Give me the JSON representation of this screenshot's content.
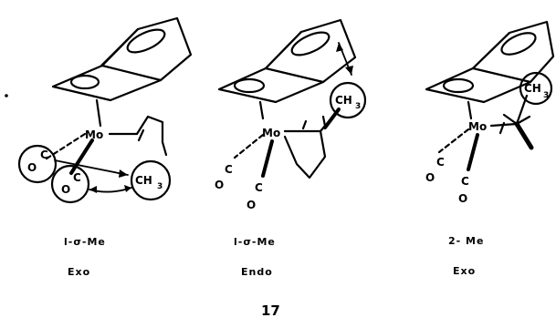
{
  "atoms": {
    "mo": "Mo",
    "o": "O",
    "c": "C",
    "ch": "CH",
    "three": "3"
  },
  "structures": [
    {
      "label": "l-σ-Me",
      "config": "Exo"
    },
    {
      "label": "l-σ-Me",
      "config": "Endo"
    },
    {
      "label": "2- Me",
      "config": "Exo"
    }
  ],
  "figure_number": "17"
}
